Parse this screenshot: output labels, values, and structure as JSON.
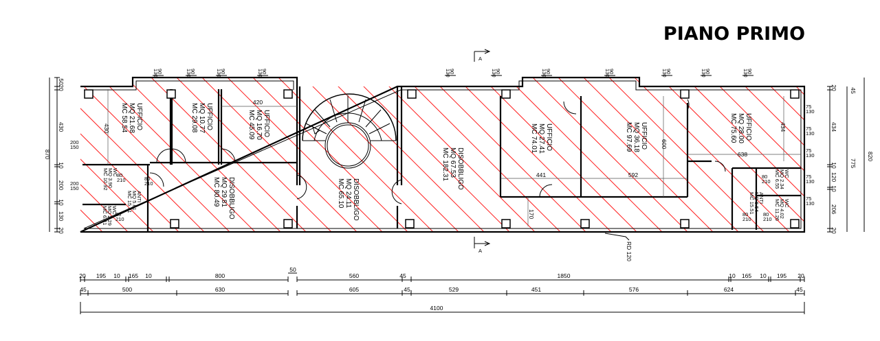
{
  "title": "PIANO PRIMO",
  "section_marker": "A",
  "rd_label": "RD 120",
  "rooms": {
    "uff1": {
      "name": "UFFICIO",
      "mq": "MQ 21.68",
      "mc": "MC 58.54"
    },
    "uff2": {
      "name": "UFFICIO",
      "mq": "MQ 10.77",
      "mc": "MC 29.08"
    },
    "uff3": {
      "name": "UFFICIO",
      "mq": "MQ 16.70",
      "mc": "MC 45.09"
    },
    "dis1": {
      "name": "DISOBBLIGO",
      "mq": "MQ 29.81",
      "mc": "MC 80.49"
    },
    "dis2": {
      "name": "DISOBBLIGO",
      "mq": "MQ 24.11",
      "mc": "MC 65.10"
    },
    "dis3": {
      "name": "DISOBBLIGO",
      "mq": "MQ 67.53",
      "mc": "MC 182.31"
    },
    "uff4": {
      "name": "UFFICIO",
      "mq": "MQ 27.41",
      "mc": "MC 74.01"
    },
    "uff5": {
      "name": "UFFICIO",
      "mq": "MQ 36.18",
      "mc": "MC 97.69"
    },
    "uff6": {
      "name": "UFFICIO",
      "mq": "MQ 28.00",
      "mc": "MC 75.60"
    },
    "wc1": {
      "name": "WC",
      "mq": "MQ 3.90",
      "mc": "MC 10.92"
    },
    "wc2": {
      "name": "WC",
      "mq": "MQ 2.29",
      "mc": "MC 6.41"
    },
    "anti1": {
      "name": "ANTI",
      "mq": "MQ 5.61",
      "mc": "MC 15.71"
    },
    "wc3": {
      "name": "WC",
      "mq": "MQ 2.34",
      "mc": "MC 6.55"
    },
    "anti2": {
      "name": "ANTI",
      "mq": "MQ 5.54",
      "mc": "MC 15.51"
    },
    "wc4": {
      "name": "WC",
      "mq": "MQ 4.02",
      "mc": "MC 11.26"
    }
  },
  "inner_dims": {
    "d420": "420",
    "d430": "430",
    "d441": "441",
    "d592": "592",
    "d600": "600",
    "d638": "638",
    "d434": "434",
    "d170": "170"
  },
  "door": {
    "w": "80",
    "h": "210"
  },
  "window": {
    "w": "90",
    "h": "130"
  },
  "window_side": {
    "w": "75",
    "h": "130"
  },
  "window_left": {
    "w": "200",
    "h": "150"
  },
  "dims_bottom_row1": [
    "20",
    "195",
    "10",
    "165",
    "10",
    "800",
    "50",
    "560",
    "45",
    "1850",
    "10",
    "165",
    "10",
    "195",
    "20"
  ],
  "dims_bottom_row2": [
    "45",
    "500",
    "630",
    "605",
    "45",
    "529",
    "451",
    "576",
    "624",
    "45"
  ],
  "dims_total": "4100",
  "dims_left": [
    "50",
    "20",
    "430",
    "10",
    "200",
    "10",
    "130",
    "20"
  ],
  "dims_left_total": "870",
  "dims_right": [
    "20",
    "434",
    "10",
    "120",
    "10",
    "206",
    "20"
  ],
  "dims_right_total_inner": "775",
  "dims_right_total": "820",
  "dims_right_top": "45"
}
